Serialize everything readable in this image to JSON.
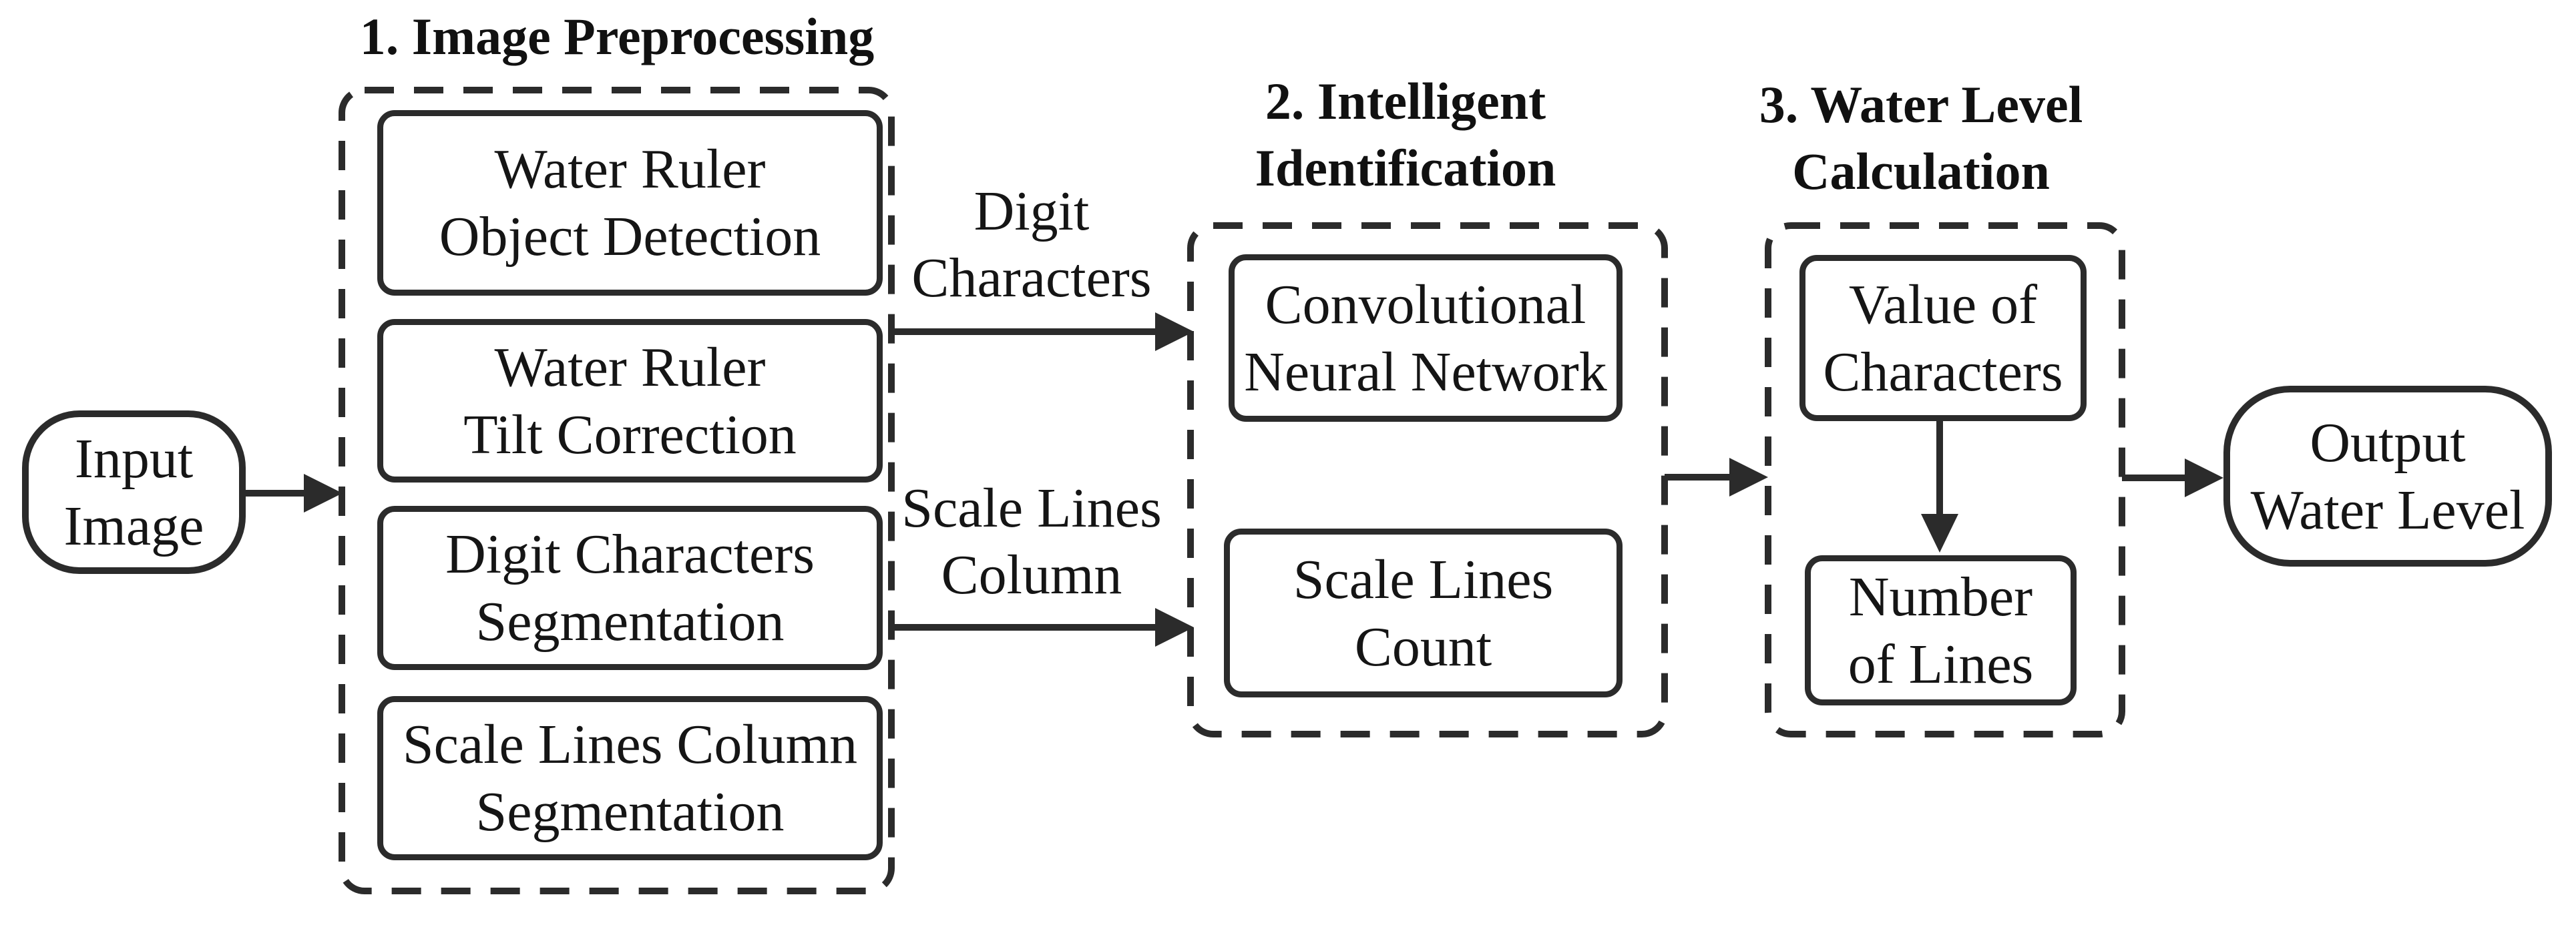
{
  "diagram": {
    "background": "#ffffff",
    "stroke_color": "#2b2b2b",
    "text_color": "#151515"
  },
  "nodes": {
    "input": {
      "lines": [
        "Input",
        "Image"
      ]
    },
    "output": {
      "lines": [
        "Output",
        "Water Level"
      ]
    }
  },
  "sections": [
    {
      "id": "image-preprocessing",
      "title_lines": [
        "1. Image Preprocessing"
      ],
      "boxes": [
        {
          "lines": [
            "Water Ruler",
            "Object Detection"
          ]
        },
        {
          "lines": [
            "Water Ruler",
            "Tilt Correction"
          ]
        },
        {
          "lines": [
            "Digit Characters",
            "Segmentation"
          ]
        },
        {
          "lines": [
            "Scale Lines Column",
            "Segmentation"
          ]
        }
      ]
    },
    {
      "id": "intelligent-identification",
      "title_lines": [
        "2. Intelligent",
        "Identification"
      ],
      "boxes": [
        {
          "lines": [
            "Convolutional",
            "Neural Network"
          ]
        },
        {
          "lines": [
            "Scale Lines",
            "Count"
          ]
        }
      ]
    },
    {
      "id": "water-level-calculation",
      "title_lines": [
        "3. Water Level",
        "Calculation"
      ],
      "boxes": [
        {
          "lines": [
            "Value of",
            "Characters"
          ]
        },
        {
          "lines": [
            "Number",
            "of Lines"
          ]
        }
      ]
    }
  ],
  "edge_labels": [
    {
      "lines": [
        "Digit",
        "Characters"
      ]
    },
    {
      "lines": [
        "Scale Lines",
        "Column"
      ]
    }
  ]
}
